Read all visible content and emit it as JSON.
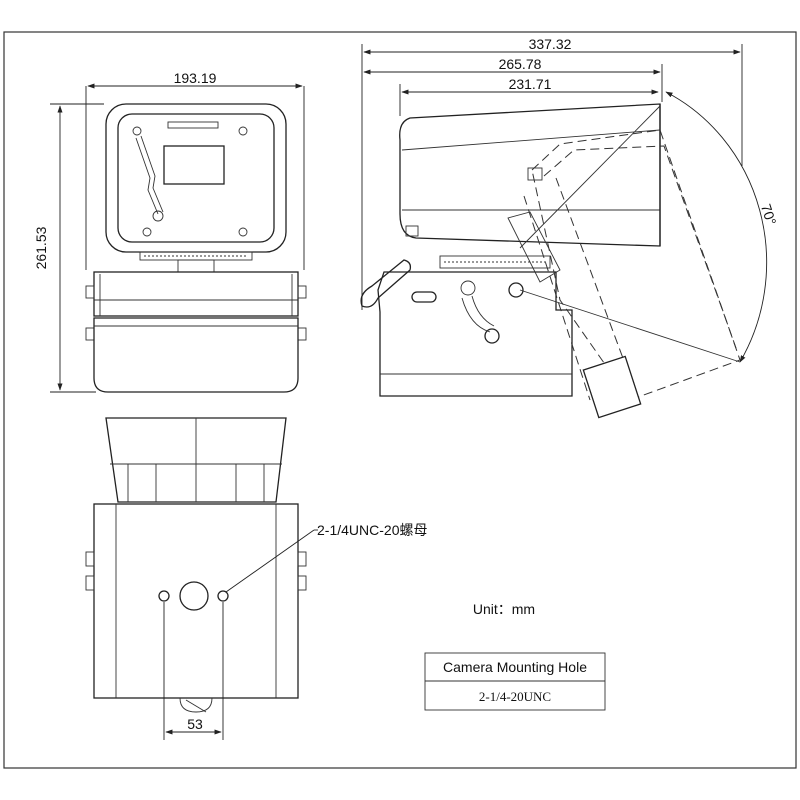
{
  "dimensions": {
    "front_width": "193.19",
    "front_height": "261.53",
    "side_overall": "337.32",
    "side_mid": "265.78",
    "side_housing": "231.71",
    "tilt_angle": "70°",
    "hole_spacing": "53"
  },
  "callout": {
    "nut_label": "2-1/4UNC-20螺母"
  },
  "unit_note": "Unit：mm",
  "mounting_table": {
    "header": "Camera Mounting Hole",
    "value": "2-1/4-20UNC"
  }
}
